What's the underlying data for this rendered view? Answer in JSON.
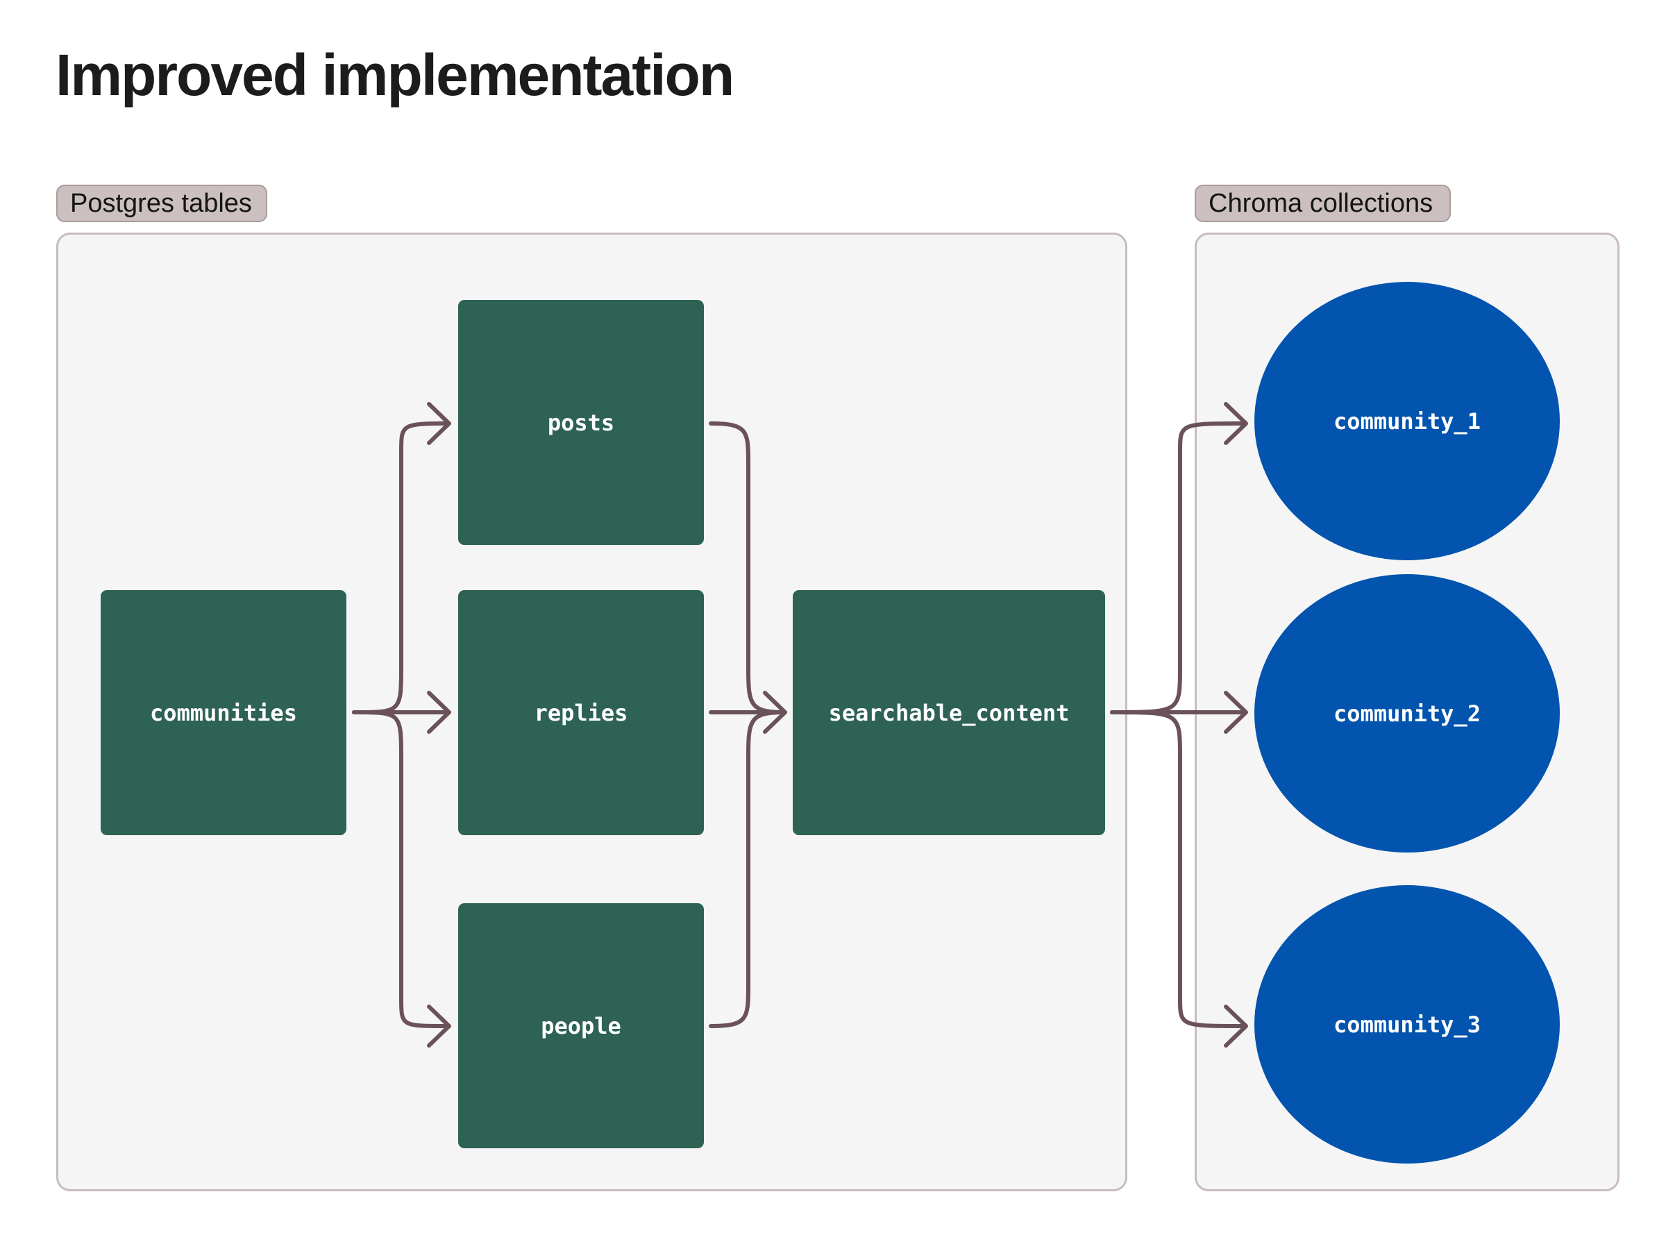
{
  "title": "Improved implementation",
  "groups": {
    "postgres": {
      "label": "Postgres tables"
    },
    "chroma": {
      "label": "Chroma collections"
    }
  },
  "tables": {
    "communities": "communities",
    "posts": "posts",
    "replies": "replies",
    "people": "people",
    "searchable_content": "searchable_content"
  },
  "collections": {
    "c1": "community_1",
    "c2": "community_2",
    "c3": "community_3"
  },
  "colors": {
    "table_fill": "#2e6254",
    "collection_fill": "#0254ae",
    "connector": "#6a5258",
    "panel_fill": "#f5f5f5",
    "label_fill": "#cbbfbf"
  }
}
